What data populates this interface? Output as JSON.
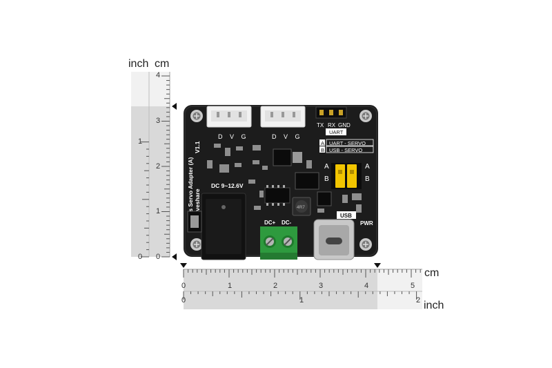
{
  "left_ruler": {
    "unit_inch": "inch",
    "unit_cm": "cm",
    "cm_ticks": [
      "4",
      "3",
      "2",
      "1",
      "0"
    ],
    "inch_ticks": [
      "1",
      "0"
    ]
  },
  "bottom_ruler": {
    "unit_cm": "cm",
    "unit_inch": "inch",
    "cm_ticks": [
      "0",
      "1",
      "2",
      "3",
      "4",
      "5"
    ],
    "inch_ticks": [
      "0",
      "1",
      "2"
    ]
  },
  "board": {
    "name": "Bus Servo Adapter (A)",
    "version": "V1.1",
    "brand": "Waveshare",
    "connector_pins": "D V G",
    "header_labels": [
      "TX",
      "RX",
      "GND"
    ],
    "uart_tag": "UART",
    "mode_a_key": "A",
    "mode_a_text": "UART - SERVO",
    "mode_b_key": "B",
    "mode_b_text": "USB - SERVO",
    "jumper_a": "A",
    "jumper_b": "B",
    "power_input": "DC 9~12.6V",
    "terminal_plus": "DC+",
    "terminal_minus": "DC-",
    "usb_tag": "USB",
    "pwr_label": "PWR",
    "inductor_code": "4R7"
  },
  "colors": {
    "pcb": "#1c1c1c",
    "silkscreen": "#ffffff",
    "jumper": "#f2c500",
    "terminal": "#2e9a3e",
    "ruler_highlight": "#d6d6d6"
  }
}
